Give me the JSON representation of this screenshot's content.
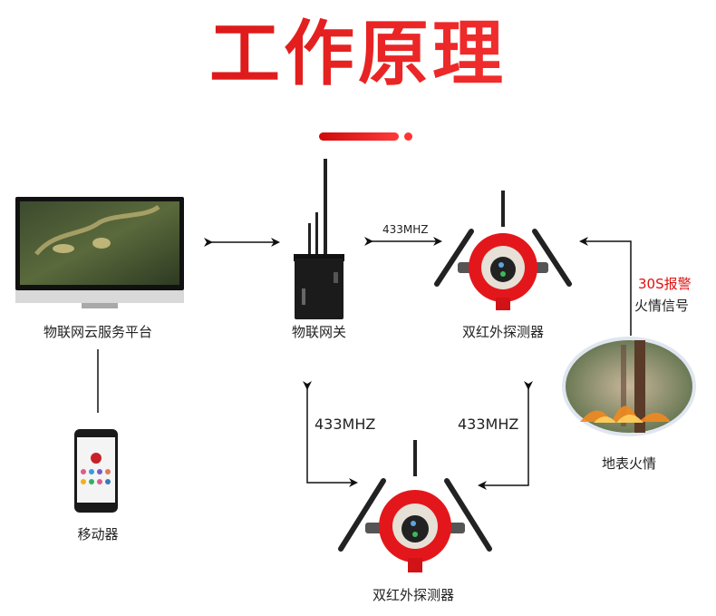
{
  "header": {
    "title": "工作原理"
  },
  "nodes": {
    "cloud_platform": {
      "label": "物联网云服务平台",
      "icon": "monitor-icon"
    },
    "gateway": {
      "label": "物联网关",
      "icon": "gateway-device-icon"
    },
    "detector_top": {
      "label": "双红外探测器",
      "icon": "flame-detector-icon"
    },
    "detector_bottom": {
      "label": "双红外探测器",
      "icon": "flame-detector-icon"
    },
    "mobile": {
      "label": "移动器",
      "icon": "smartphone-icon"
    },
    "ground_fire": {
      "label": "地表火情",
      "icon": "forest-fire-photo-icon"
    }
  },
  "links": {
    "gateway_detector_freq": "433MHZ",
    "left_up_freq": "433MHZ",
    "right_up_freq": "433MHZ",
    "alarm_time": "30S报警",
    "alarm_signal": "火情信号"
  },
  "colors": {
    "title_start": "#cf0a0a",
    "title_end": "#ff3b3b",
    "alarm_text": "#e01010",
    "detector_body": "#e3171b"
  }
}
